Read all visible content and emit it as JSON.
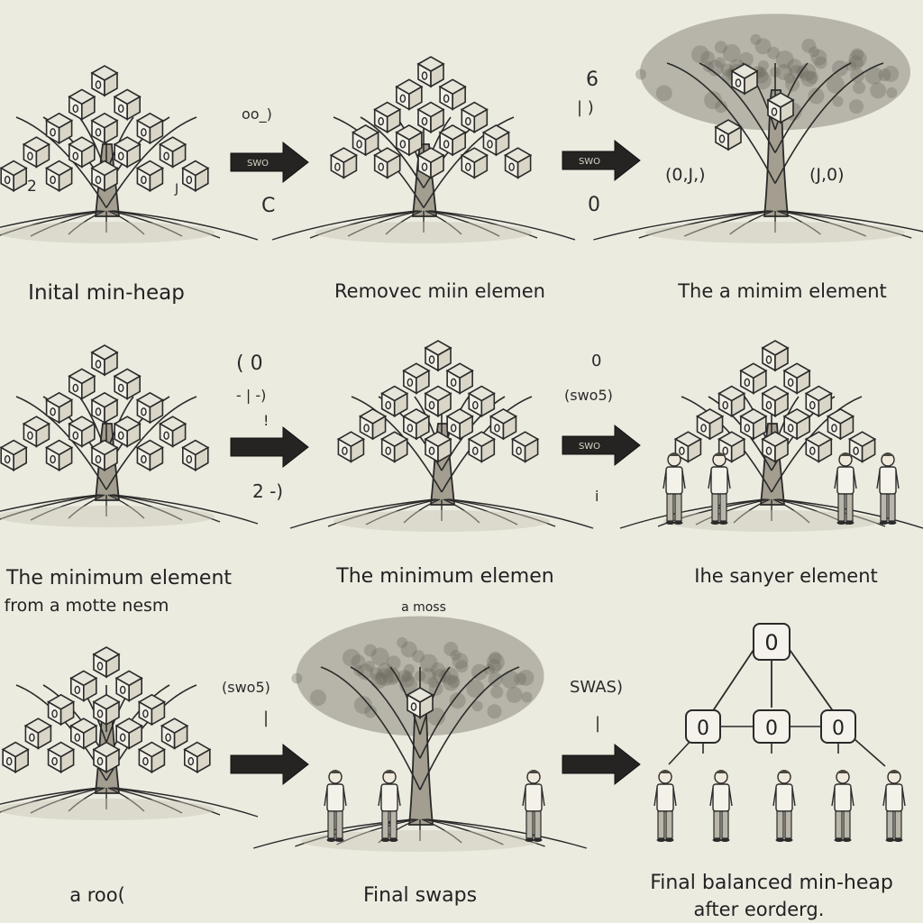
{
  "panels": [
    {
      "id": "p1",
      "caption": "Inital min-heap",
      "notes": [
        "2",
        "J"
      ]
    },
    {
      "id": "p3",
      "caption": "Removec miin elemen",
      "notes": [
        "oo_)",
        "C"
      ]
    },
    {
      "id": "p5",
      "caption": "The a mimim element",
      "notes": [
        "6",
        "| )",
        "0",
        "(0,J,)",
        "(J,0)"
      ]
    },
    {
      "id": "p7",
      "caption": "The minimum element",
      "caption2": "from a motte nesm",
      "notes": [
        "( 0",
        "- | -)",
        "!",
        "2 -)"
      ]
    },
    {
      "id": "p9",
      "caption": "The minimum elemen",
      "caption2": "a moss",
      "notes": [
        "0",
        "(swo5)",
        "i"
      ]
    },
    {
      "id": "p11",
      "caption": "Ihe sanyer element",
      "notes": []
    },
    {
      "id": "p13",
      "caption": "a roo(",
      "notes": [
        "(swo5)",
        "|"
      ]
    },
    {
      "id": "p15",
      "caption": "Final swaps",
      "notes": [
        "SWAS)",
        "|"
      ]
    },
    {
      "id": "p17",
      "caption": "Final balanced min-heap",
      "caption2": "after eorderg.",
      "nodes": [
        "0",
        "0",
        "0",
        "0"
      ]
    }
  ],
  "arrows": [
    {
      "label": "SWO"
    },
    {
      "label": "SWO"
    },
    {
      "label": ""
    },
    {
      "label": "SWO"
    },
    {
      "label": ""
    },
    {
      "label": ""
    }
  ],
  "colors": {
    "ink": "#2a2a2a",
    "paper": "#ecebe0",
    "cube_face": "#f1efe6",
    "cube_side": "#d9d6c8",
    "cube_top": "#e7e5d9"
  }
}
